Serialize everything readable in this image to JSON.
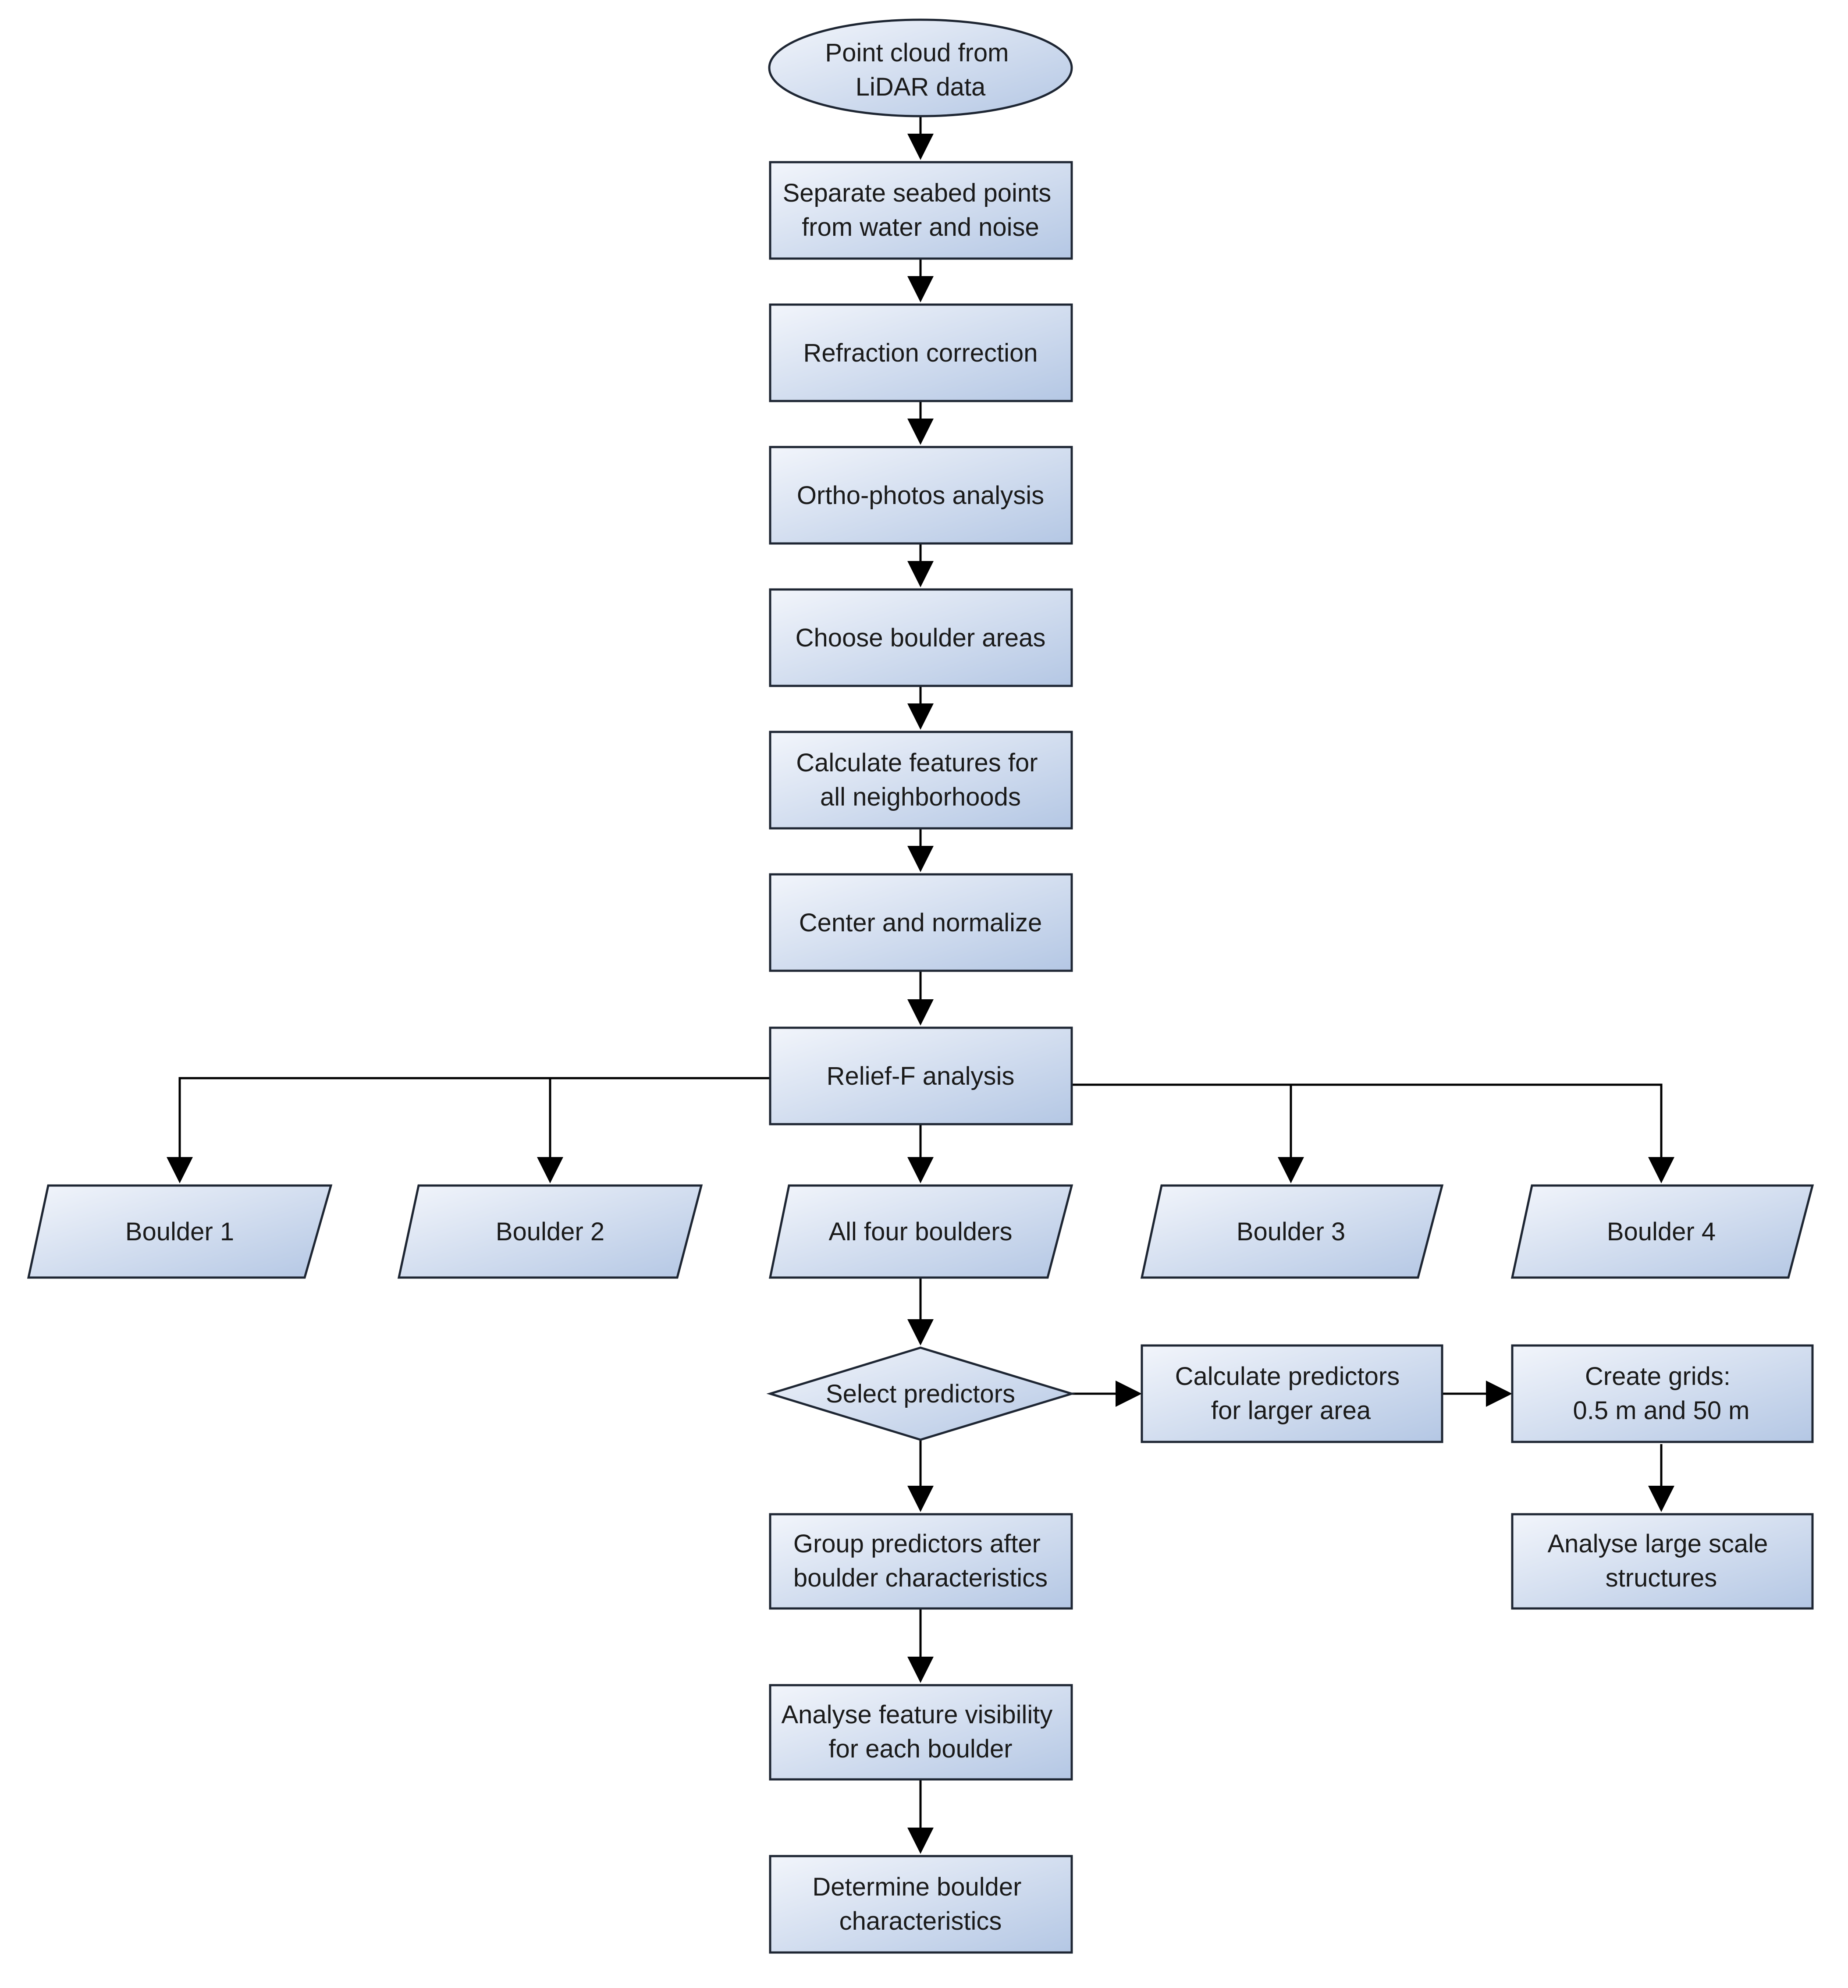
{
  "colors": {
    "node_fill_start": "#f2f5fb",
    "node_fill_end": "#b4c7e4",
    "stroke": "#1e2633",
    "edge": "#000000"
  },
  "nodes": {
    "point_cloud": {
      "lines": [
        "Point cloud from",
        "LiDAR data"
      ]
    },
    "separate_points": {
      "lines": [
        "Separate seabed points",
        "from water and noise"
      ]
    },
    "refraction": {
      "lines": [
        "Refraction correction"
      ]
    },
    "ortho_photos": {
      "lines": [
        "Ortho-photos analysis"
      ]
    },
    "choose_areas": {
      "lines": [
        "Choose boulder areas"
      ]
    },
    "calc_features": {
      "lines": [
        "Calculate features for",
        "all neighborhoods"
      ]
    },
    "center_normalize": {
      "lines": [
        "Center and normalize"
      ]
    },
    "relief_f": {
      "lines": [
        "Relief-F analysis"
      ]
    },
    "boulder_1": {
      "lines": [
        "Boulder 1"
      ]
    },
    "boulder_2": {
      "lines": [
        "Boulder 2"
      ]
    },
    "all_four": {
      "lines": [
        "All four boulders"
      ]
    },
    "boulder_3": {
      "lines": [
        "Boulder 3"
      ]
    },
    "boulder_4": {
      "lines": [
        "Boulder 4"
      ]
    },
    "select_predictors": {
      "lines": [
        "Select predictors"
      ]
    },
    "calc_predictors": {
      "lines": [
        "Calculate predictors",
        "for larger area"
      ]
    },
    "create_grids": {
      "lines": [
        "Create grids:",
        "0.5 m and 50 m"
      ]
    },
    "group_predictors": {
      "lines": [
        "Group predictors after",
        "boulder characteristics"
      ]
    },
    "analyse_large": {
      "lines": [
        "Analyse large scale",
        "structures"
      ]
    },
    "analyse_visibility": {
      "lines": [
        "Analyse feature visibility",
        "for each boulder"
      ]
    },
    "determine": {
      "lines": [
        "Determine boulder",
        "characteristics"
      ]
    }
  }
}
